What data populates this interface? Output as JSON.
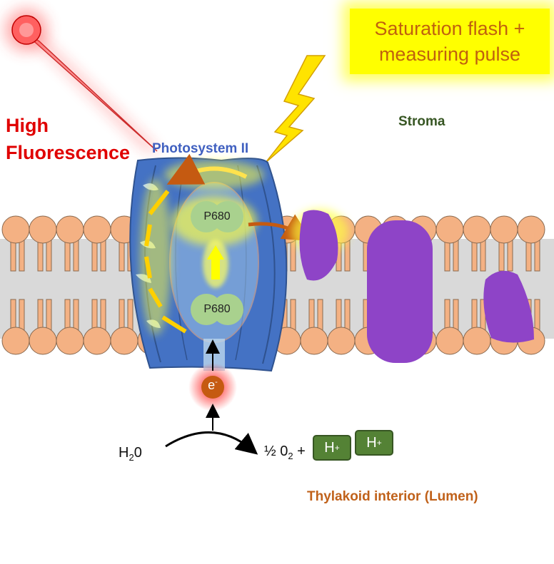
{
  "flash_box": {
    "line1": "Saturation flash +",
    "line2": "measuring pulse"
  },
  "fluorescence": {
    "line1": "High",
    "line2": "Fluorescence"
  },
  "stroma_label": "Stroma",
  "photosystem_label": "Photosystem II",
  "p680_top": "P680",
  "p680_bottom": "P680",
  "electron": {
    "base": "e",
    "charge": "-"
  },
  "water": {
    "prefix": "H",
    "subscript": "2",
    "suffix": "0"
  },
  "oxygen": {
    "fraction": "½",
    "o": "0",
    "subscript": "2",
    "plus": "+"
  },
  "protons": [
    {
      "base": "H",
      "charge": "+"
    },
    {
      "base": "H",
      "charge": "+"
    }
  ],
  "lumen_label": "Thylakoid interior (Lumen)",
  "colors": {
    "membrane_lipid": "#f4b183",
    "photosystem_blue": "#4472c4",
    "complex_purple": "#8e44c7",
    "proton_green": "#548235",
    "glow_yellow": "#ffff00",
    "fluorescence_red": "#e00000"
  }
}
